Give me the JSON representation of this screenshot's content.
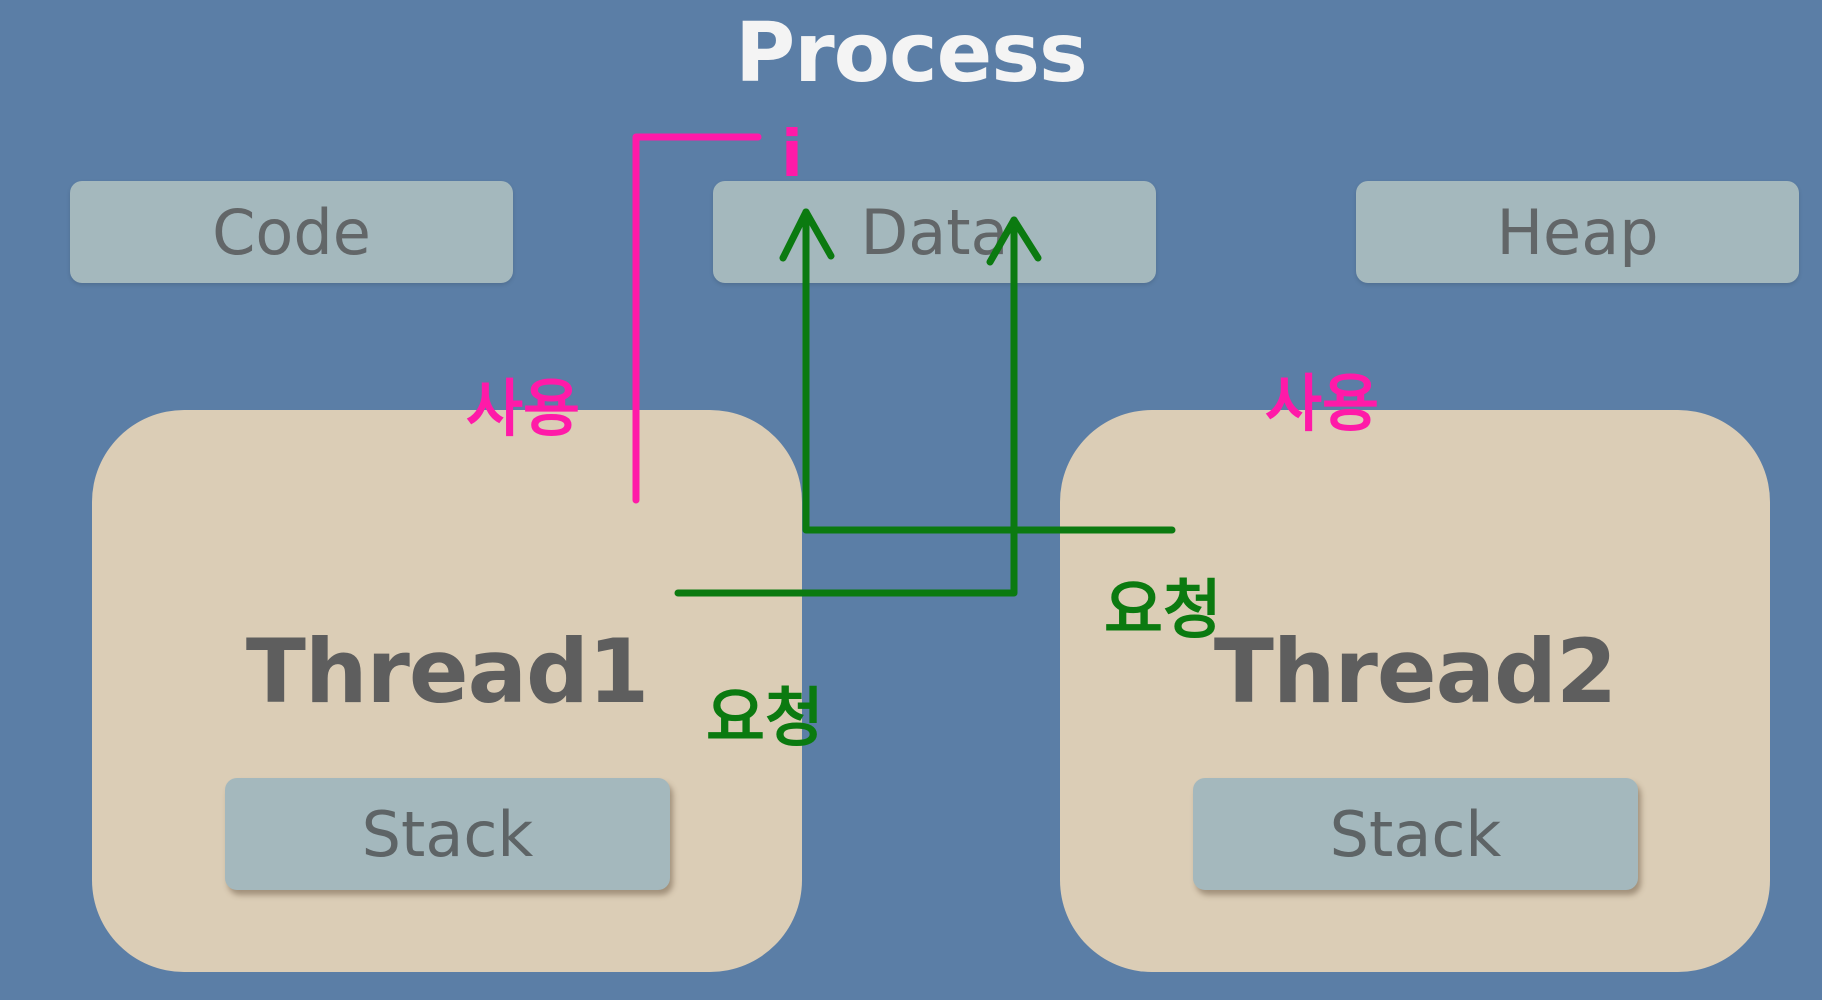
{
  "title": "Process",
  "segments": {
    "code": "Code",
    "data": "Data",
    "heap": "Heap"
  },
  "threads": [
    {
      "label": "Thread1",
      "stack_label": "Stack"
    },
    {
      "label": "Thread2",
      "stack_label": "Stack"
    }
  ],
  "annotations": {
    "variable": "i",
    "use_left": "사용",
    "use_right": "사용",
    "request_left": "요청",
    "request_right": "요청"
  },
  "colors": {
    "background": "#5b7ea6",
    "segment": "#a4b8bd",
    "thread": "#dbcdb6",
    "use_ink": "#ff1aa8",
    "request_ink": "#0b7a10"
  }
}
